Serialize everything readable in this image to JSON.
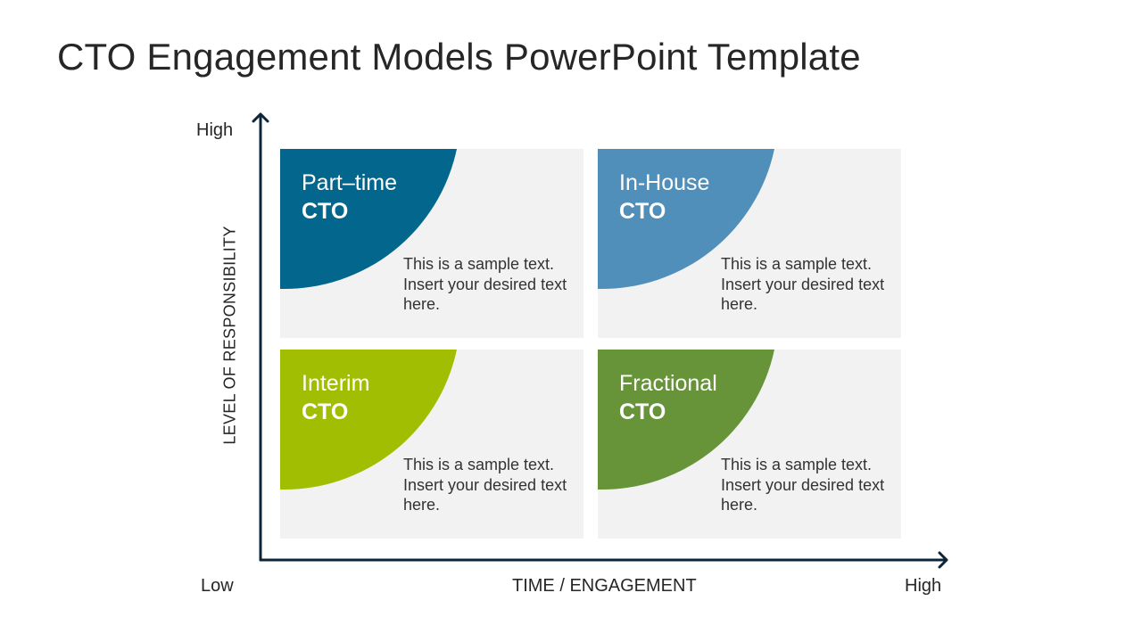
{
  "title": "CTO Engagement Models PowerPoint Template",
  "axes": {
    "y_label": "LEVEL OF RESPONSIBILITY",
    "y_high": "High",
    "x_label": "TIME / ENGAGEMENT",
    "x_low": "Low",
    "x_high": "High",
    "color": "#0d2538"
  },
  "quadrants": [
    {
      "line1": "Part–time",
      "line2": "CTO",
      "color": "#03668c",
      "text": "This is a sample text. Insert your desired text here."
    },
    {
      "line1": "In-House",
      "line2": "CTO",
      "color": "#508fba",
      "text": "This is a sample text. Insert your desired text here."
    },
    {
      "line1": "Interim",
      "line2": "CTO",
      "color": "#a2be02",
      "text": "This is a sample text. Insert your desired text here."
    },
    {
      "line1": "Fractional",
      "line2": "CTO",
      "color": "#679439",
      "text": "This is a sample text. Insert your desired text here."
    }
  ]
}
